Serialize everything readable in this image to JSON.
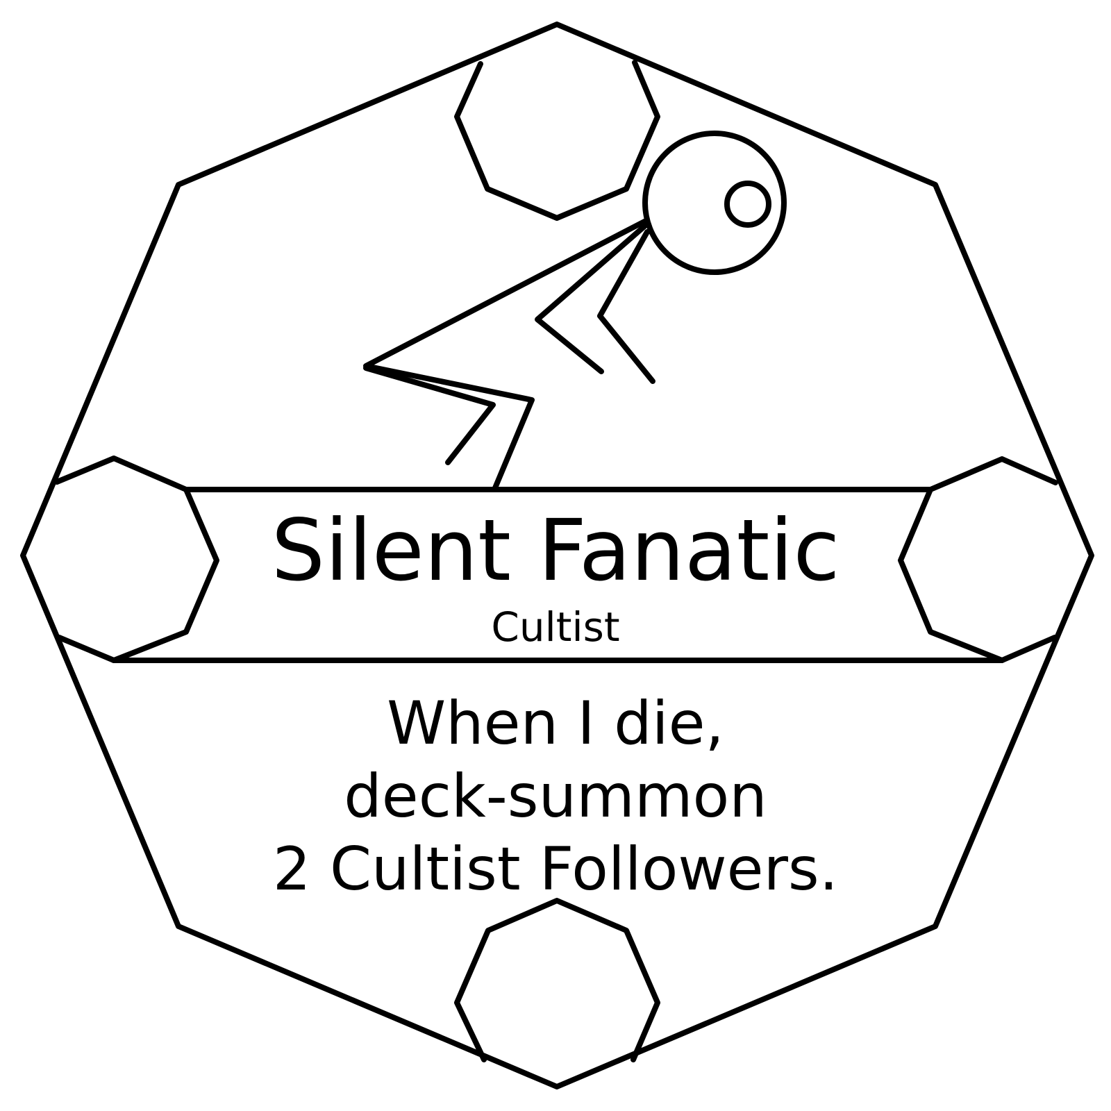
{
  "card": {
    "name": "Silent Fanatic",
    "type": "Cultist",
    "ability_lines": [
      "When I die,",
      "deck-summon",
      "2 Cultist Followers."
    ]
  },
  "art": {
    "subject": "stick-figure-cultist-icon",
    "stroke_color": "#000000",
    "background_color": "#ffffff"
  }
}
